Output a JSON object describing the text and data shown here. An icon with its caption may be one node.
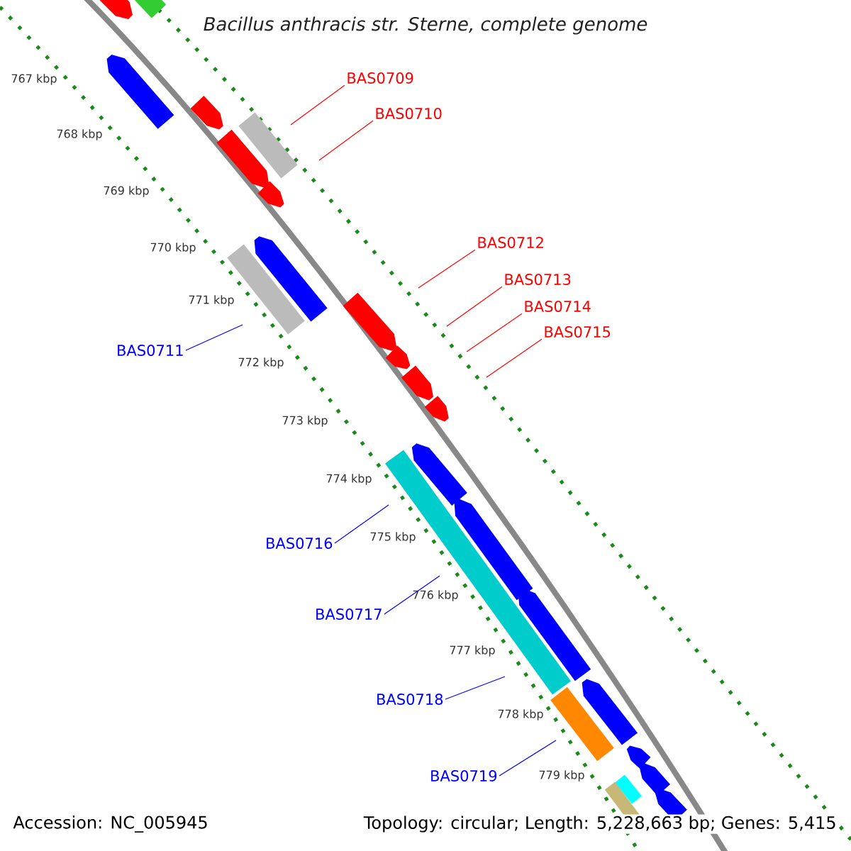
{
  "diagram": {
    "title": "Bacillus anthracis str. Sterne, complete genome",
    "nodes": [
      {
        "text": [
          "BAS0709"
        ]
      },
      {
        "text": [
          "BAS0710"
        ]
      },
      {
        "text": [
          "BAS0711"
        ]
      },
      {
        "text": [
          "BAS0712"
        ]
      },
      {
        "text": [
          "BAS0713"
        ]
      },
      {
        "text": [
          "BAS0714"
        ]
      },
      {
        "text": [
          "BAS0715"
        ]
      },
      {
        "text": [
          "BAS0716"
        ]
      },
      {
        "text": [
          "BAS0717"
        ]
      },
      {
        "text": [
          "BAS0718"
        ]
      },
      {
        "text": [
          "BAS0719"
        ]
      }
    ],
    "edges": [
      {
        "from": 0,
        "to": null,
        "arrow": "none"
      },
      {
        "from": 1,
        "to": null,
        "arrow": "none"
      },
      {
        "from": 2,
        "to": null,
        "arrow": "none",
        "color": "#0000ff"
      },
      {
        "from": 3,
        "to": null,
        "arrow": "none"
      },
      {
        "from": 4,
        "to": null,
        "arrow": "none"
      },
      {
        "from": 5,
        "to": null,
        "arrow": "none"
      },
      {
        "from": 6,
        "to": null,
        "arrow": "none"
      },
      {
        "from": 7,
        "to": null,
        "arrow": "none",
        "color": "#0000ff"
      },
      {
        "from": 8,
        "to": null,
        "arrow": "none",
        "color": "#0000ff"
      },
      {
        "from": 9,
        "to": null,
        "arrow": "none",
        "color": "#0000ff"
      },
      {
        "from": 10,
        "to": null,
        "arrow": "none",
        "color": "#0000ff"
      }
    ],
    "labels": [
      "767 kbp",
      "768 kbp",
      "769 kbp",
      "770 kbp",
      "771 kbp",
      "772 kbp",
      "773 kbp",
      "774 kbp",
      "775 kbp",
      "776 kbp",
      "777 kbp",
      "778 kbp",
      "779 kbp",
      "Accession: NC_005945",
      "Topology: circular; Length: 5,228,663 bp; Genes: 5,415"
    ]
  }
}
